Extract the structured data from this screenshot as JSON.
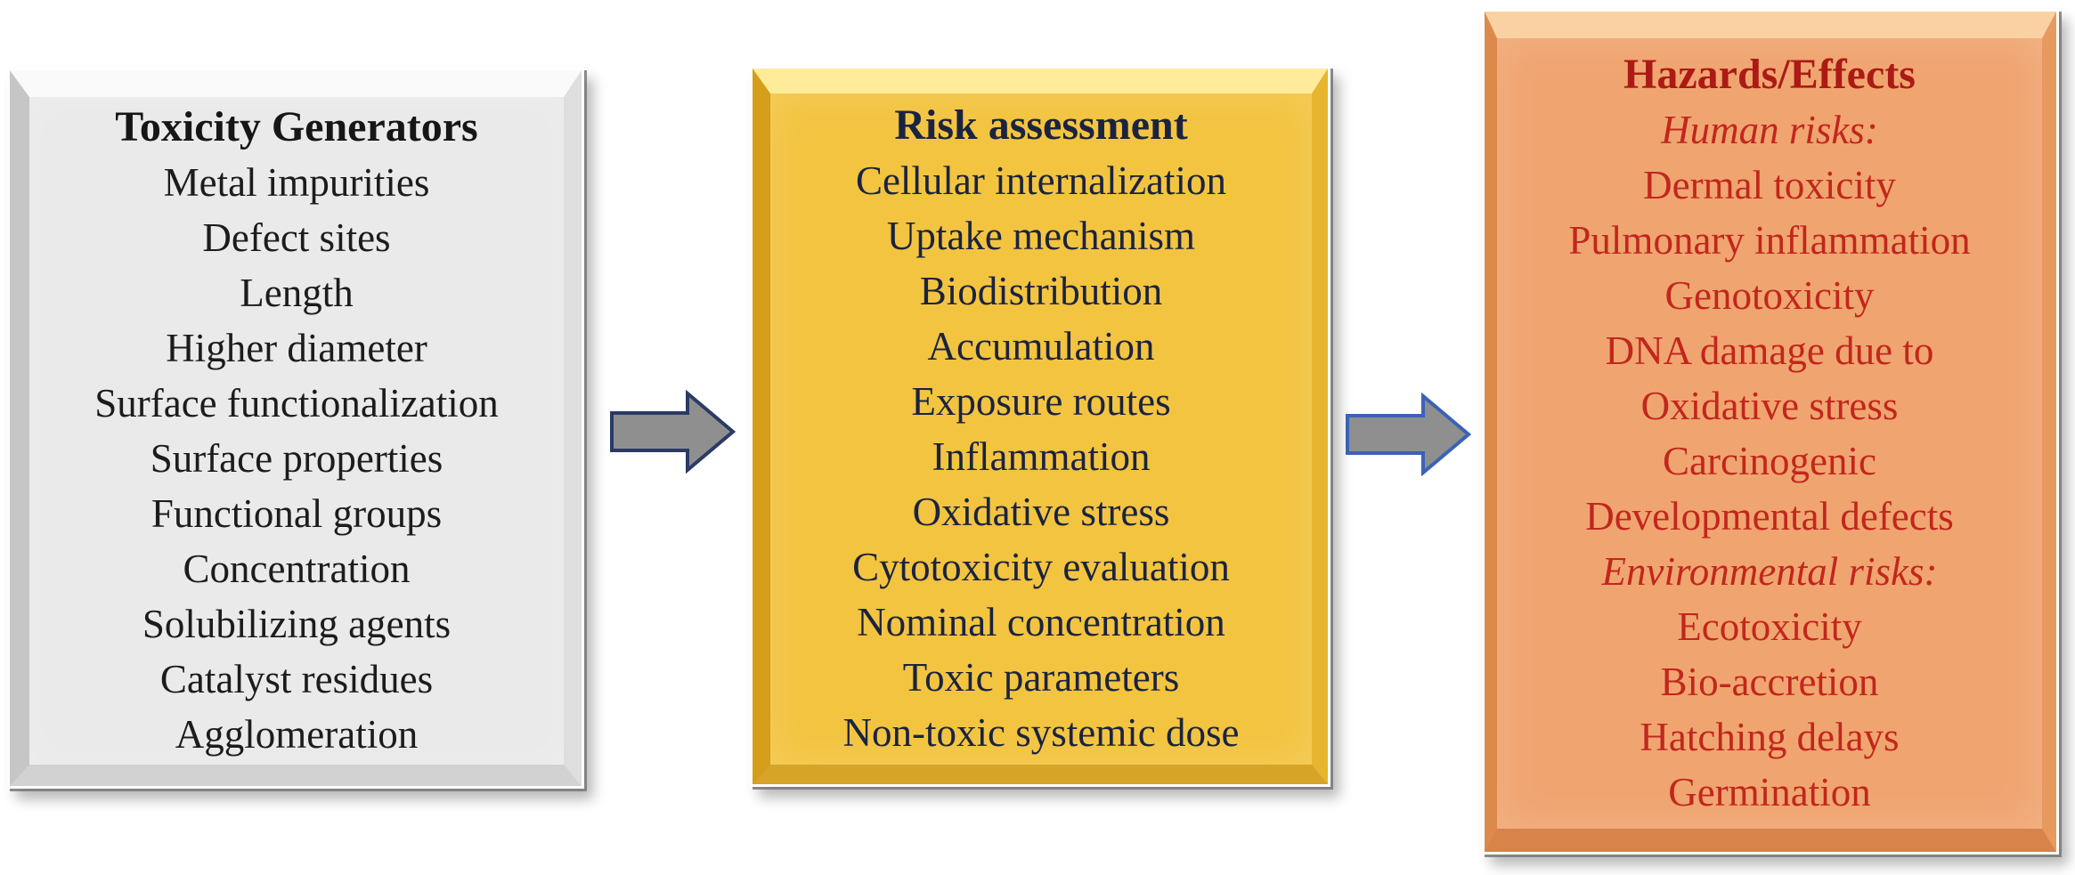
{
  "figure": {
    "type": "flow-diagram",
    "background": "#ffffff",
    "boxes": [
      {
        "name": "toxicity-generators",
        "title": "Toxicity Generators",
        "items": [
          "Metal impurities",
          "Defect sites",
          "Length",
          "Higher diameter",
          "Surface functionalization",
          "Surface properties",
          "Functional groups",
          "Concentration",
          "Solubilizing agents",
          "Catalyst residues",
          "Agglomeration"
        ],
        "colors": {
          "fill": "#eaeaea",
          "bevel_top": "#fafafa",
          "bevel_left": "#c6c6c6",
          "bevel_right": "#dedede",
          "bevel_bottom": "#d2d2d2",
          "title": "#161616",
          "text": "#1c1c1c"
        }
      },
      {
        "name": "risk-assessment",
        "title": "Risk assessment",
        "items": [
          "Cellular internalization",
          "Uptake mechanism",
          "Biodistribution",
          "Accumulation",
          "Exposure routes",
          "Inflammation",
          "Oxidative stress",
          "Cytotoxicity evaluation",
          "Nominal concentration",
          "Toxic parameters",
          "Non-toxic systemic dose"
        ],
        "colors": {
          "fill": "#f3c440",
          "bevel_top": "#ffec9b",
          "bevel_left": "#d49e1a",
          "bevel_right": "#e8b52f",
          "bevel_bottom": "#d6a428",
          "title": "#1a2340",
          "text": "#1a2340"
        }
      },
      {
        "name": "hazards-effects",
        "title": "Hazards/Effects",
        "items": [
          {
            "text": "Human risks:",
            "italic": true
          },
          "Dermal toxicity",
          "Pulmonary inflammation",
          "Genotoxicity",
          "DNA damage due to",
          "Oxidative stress",
          "Carcinogenic",
          "Developmental defects",
          {
            "text": "Environmental risks:",
            "italic": true
          },
          "Ecotoxicity",
          "Bio-accretion",
          "Hatching delays",
          "Germination"
        ],
        "colors": {
          "fill": "#f0a571",
          "bevel_top": "#fad1a3",
          "bevel_left": "#dc8a4b",
          "bevel_right": "#e79a5f",
          "bevel_bottom": "#d8834a",
          "title": "#ac1a15",
          "text": "#c2261c"
        }
      }
    ],
    "arrows": [
      {
        "name": "arrow-1",
        "direction": "right",
        "fill": "#8f8f8f",
        "stroke": "#2b3a66"
      },
      {
        "name": "arrow-2",
        "direction": "right",
        "fill": "#8f8f8f",
        "stroke": "#3c62b5"
      }
    ]
  }
}
